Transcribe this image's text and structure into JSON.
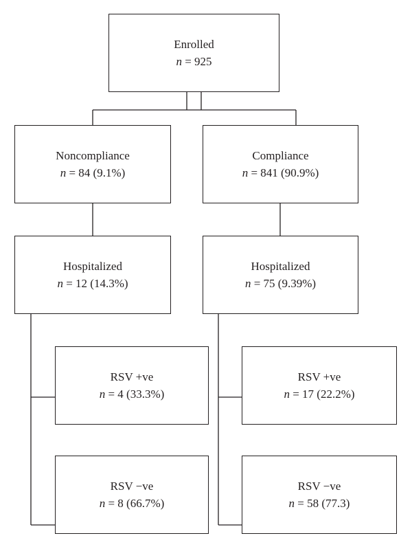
{
  "nodes": {
    "enrolled": {
      "label": "Enrolled",
      "n": "n",
      "value": "= 925"
    },
    "noncompliance": {
      "label": "Noncompliance",
      "n": "n",
      "value": "= 84 (9.1%)"
    },
    "compliance": {
      "label": "Compliance",
      "n": "n",
      "value": "= 841 (90.9%)"
    },
    "hosp_left": {
      "label": "Hospitalized",
      "n": "n",
      "value": "= 12 (14.3%)"
    },
    "hosp_right": {
      "label": "Hospitalized",
      "n": "n",
      "value": "= 75 (9.39%)"
    },
    "rsv_pos_left": {
      "label": "RSV +ve",
      "n": "n",
      "value": "= 4 (33.3%)"
    },
    "rsv_neg_left": {
      "label": "RSV −ve",
      "n": "n",
      "value": "= 8 (66.7%)"
    },
    "rsv_pos_right": {
      "label": "RSV +ve",
      "n": "n",
      "value": "= 17 (22.2%)"
    },
    "rsv_neg_right": {
      "label": "RSV −ve",
      "n": "n",
      "value": "= 58 (77.3)"
    }
  }
}
